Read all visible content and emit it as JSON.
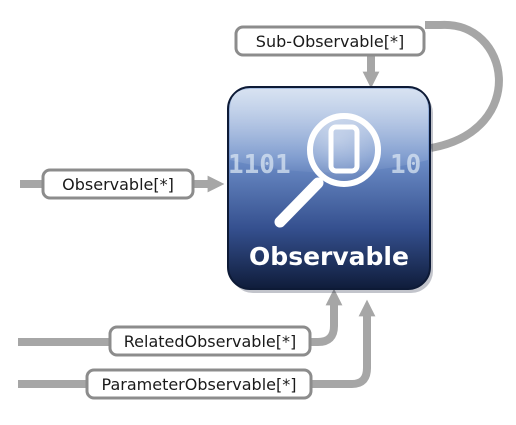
{
  "diagram": {
    "title": "Observable",
    "binary_left": "1101",
    "binary_right": "10",
    "lens_digit": "0",
    "labels": {
      "sub": "Sub-Observable[*]",
      "input": "Observable[*]",
      "related": "RelatedObservable[*]",
      "parameter": "ParameterObservable[*]"
    }
  },
  "colors": {
    "connector": "#a6a6a6",
    "label_border": "#8c8c8c",
    "box_top": "#9bb4d8",
    "box_bottom": "#0f1c3a"
  }
}
